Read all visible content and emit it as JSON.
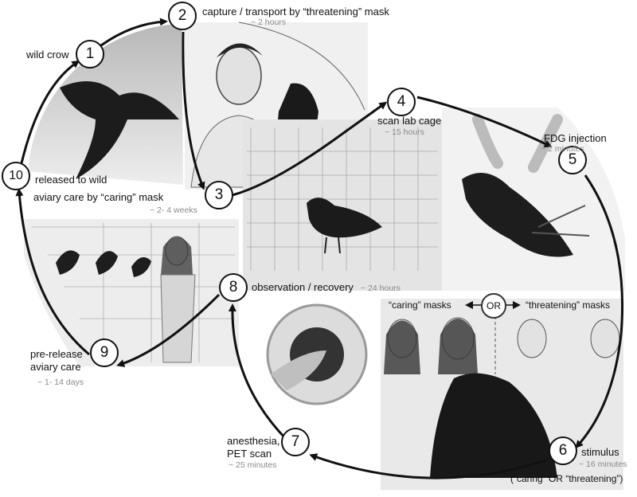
{
  "steps": [
    {
      "num": "1",
      "label": "wild crow",
      "duration": ""
    },
    {
      "num": "2",
      "label": "capture / transport by “threatening” mask",
      "duration": "~ 2 hours"
    },
    {
      "num": "3",
      "label": "",
      "duration": ""
    },
    {
      "num": "4",
      "label": "scan lab cage",
      "duration": "~ 15 hours"
    },
    {
      "num": "5",
      "label": "FDG injection",
      "duration": "~ 2 minutes"
    },
    {
      "num": "6",
      "label": "stimulus",
      "duration": "~ 16 minutes",
      "note": "(“caring” OR “threatening”)"
    },
    {
      "num": "7",
      "label_line1": "anesthesia,",
      "label_line2": "PET scan",
      "duration": "~ 25 minutes"
    },
    {
      "num": "8",
      "label": "observation / recovery",
      "duration": "~ 24 hours"
    },
    {
      "num": "9",
      "label_line1": "pre-release",
      "label_line2": "aviary care",
      "duration": "~ 1- 14 days"
    },
    {
      "num": "10",
      "label": "released to wild",
      "duration": ""
    }
  ],
  "aviary": {
    "label": "aviary care by “caring” mask",
    "duration": "~ 2- 4 weeks"
  },
  "stimulus_panel": {
    "caring_label": "“caring” masks",
    "or_label": "OR",
    "threatening_label": "“threatening” masks"
  },
  "colors": {
    "ring": "#111111",
    "duration_text": "#8a8a8a",
    "illustration": "#d8d8d8"
  }
}
